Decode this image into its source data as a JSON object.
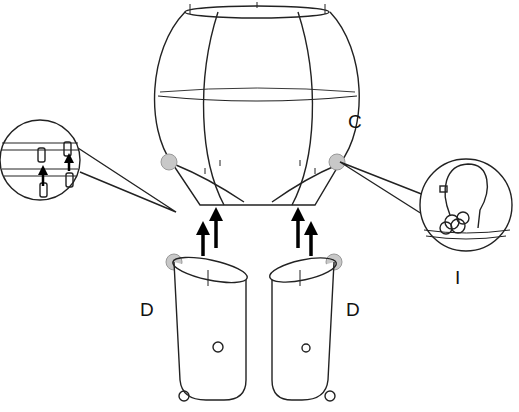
{
  "diagram": {
    "labels": [
      "C",
      "D",
      "D",
      "I"
    ]
  }
}
